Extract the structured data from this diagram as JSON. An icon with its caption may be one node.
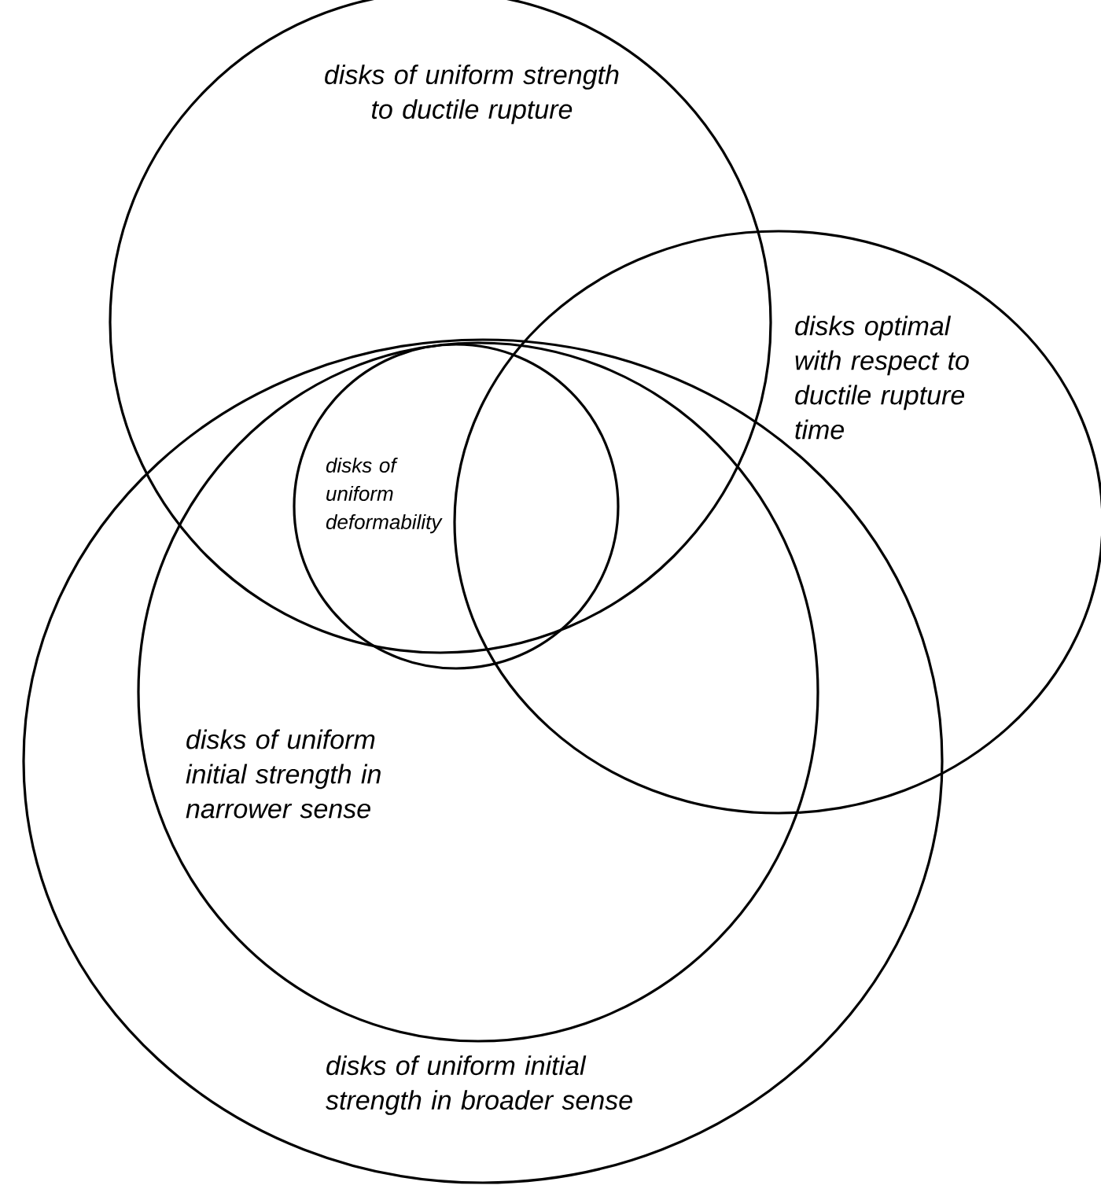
{
  "diagram": {
    "nodes": [
      {
        "text": [
          "disks of uniform strength to ductile rupture"
        ]
      },
      {
        "text": [
          "disks optimal with respect to ductile rupture time"
        ]
      },
      {
        "text": [
          "disks of uniform initial strength in broader sense"
        ]
      },
      {
        "text": [
          "disks of uniform initial strength in narrower sense"
        ],
        "in": 2
      },
      {
        "text": [
          "disks of uniform deformability"
        ]
      }
    ]
  }
}
